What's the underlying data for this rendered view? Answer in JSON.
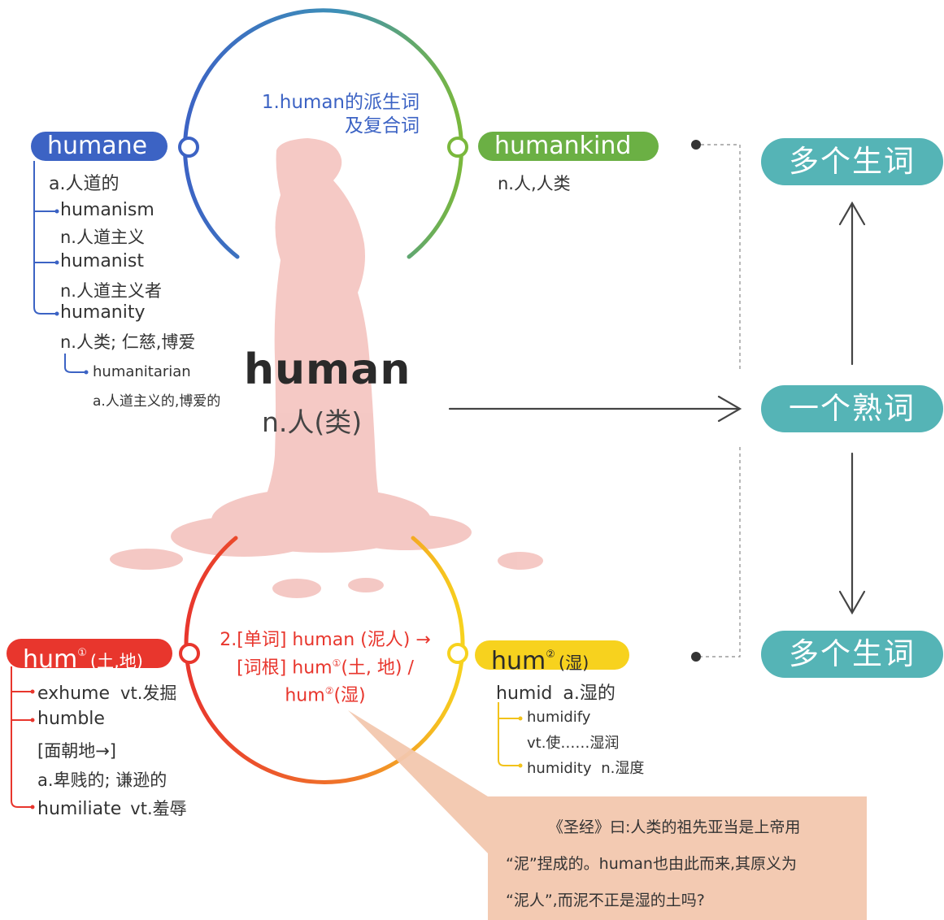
{
  "center": {
    "word": "human",
    "definition": "n.人(类)"
  },
  "section1": {
    "title_line1": "1.human的派生词",
    "title_line2": "及复合词",
    "left": {
      "tag": "humane",
      "definition": "a.人道的",
      "items": [
        {
          "word": "humanism",
          "definition": "n.人道主义"
        },
        {
          "word": "humanist",
          "definition": "n.人道主义者"
        },
        {
          "word": "humanity",
          "definition": "n.人类; 仁慈,博爱"
        }
      ],
      "sub_item": {
        "word": "humanitarian",
        "definition": "a.人道主义的,博爱的"
      }
    },
    "right": {
      "tag": "humankind",
      "definition": "n.人,人类"
    }
  },
  "section2": {
    "title_line1": "2.[单词] human (泥人) →",
    "title_line2_a": "[词根] hum",
    "title_line2_b": "(土, 地) /",
    "title_line3_a": "hum",
    "title_line3_b": "(湿)",
    "sup1": "①",
    "sup2": "②",
    "left": {
      "tag_word": "hum",
      "tag_sup": "①",
      "tag_note": "(土,地)",
      "items": [
        {
          "word": "exhume",
          "definition": "vt.发掘"
        },
        {
          "word": "humble",
          "note": "[面朝地→]",
          "definition": "a.卑贱的; 谦逊的"
        },
        {
          "word": "humiliate",
          "definition": "vt.羞辱"
        }
      ]
    },
    "right": {
      "tag_word": "hum",
      "tag_sup": "②",
      "tag_note": "(湿)",
      "definition_word": "humid",
      "definition": "a.湿的",
      "items": [
        {
          "word": "humidify",
          "definition": "vt.使……湿润"
        },
        {
          "word": "humidity",
          "definition": "n.湿度"
        }
      ]
    }
  },
  "flow": {
    "top": "多个生词",
    "middle": "一个熟词",
    "bottom": "多个生词"
  },
  "story": {
    "line1": "《圣经》曰:人类的祖先亚当是上帝用",
    "line2": "“泥”捏成的。human也由此而来,其原义为",
    "line3": "“泥人”,而泥不正是湿的土吗?"
  },
  "colors": {
    "blue": "#3c63c4",
    "green": "#6bb044",
    "red": "#e8362d",
    "yellow": "#f7d21e",
    "teal": "#55b4b6",
    "clay": "#f4c4c0",
    "callout": "#f2c7ae"
  }
}
